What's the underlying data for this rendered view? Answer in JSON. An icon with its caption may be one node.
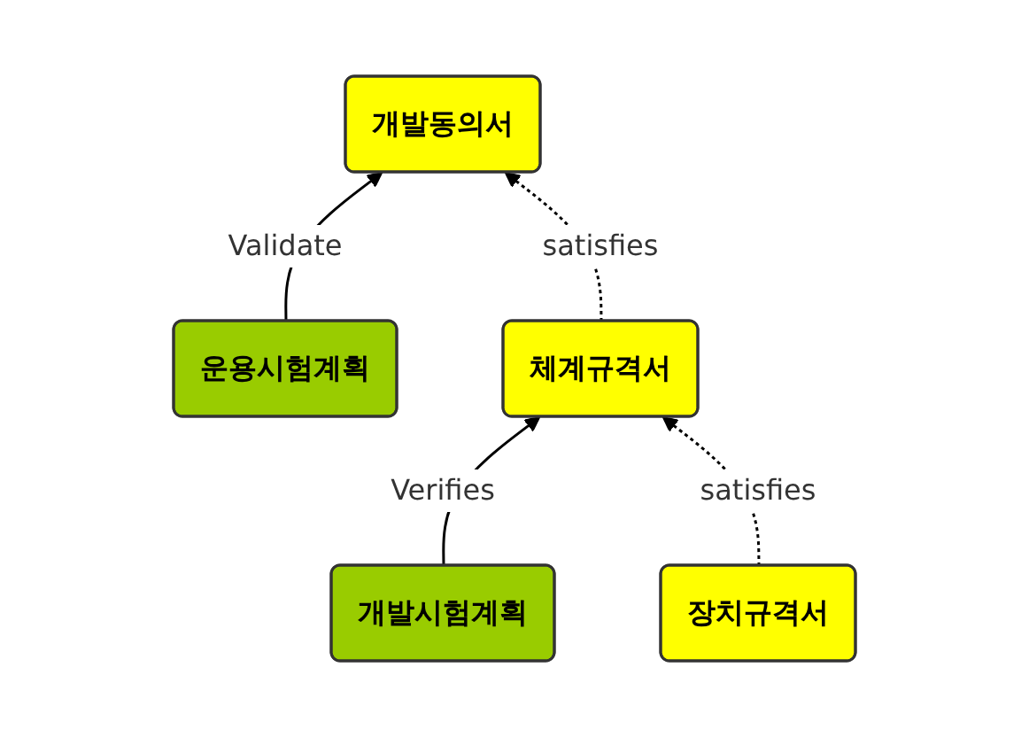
{
  "diagram": {
    "nodes": [
      {
        "text": [
          "개발동의서"
        ]
      },
      {
        "text": [
          "운용시험계획"
        ]
      },
      {
        "text": [
          "체계규격서"
        ]
      },
      {
        "text": [
          "개발시험계획"
        ]
      },
      {
        "text": [
          "장치규격서"
        ]
      }
    ],
    "edges": [
      {
        "from": 1,
        "to": 0,
        "arrow": "to",
        "label": "Validate"
      },
      {
        "from": 2,
        "to": 0,
        "arrow": "to",
        "label": "satisfies",
        "style": "dashed"
      },
      {
        "from": 3,
        "to": 2,
        "arrow": "to",
        "label": "Verifies"
      },
      {
        "from": 4,
        "to": 2,
        "arrow": "to",
        "label": "satisfies",
        "style": "dashed"
      }
    ]
  }
}
